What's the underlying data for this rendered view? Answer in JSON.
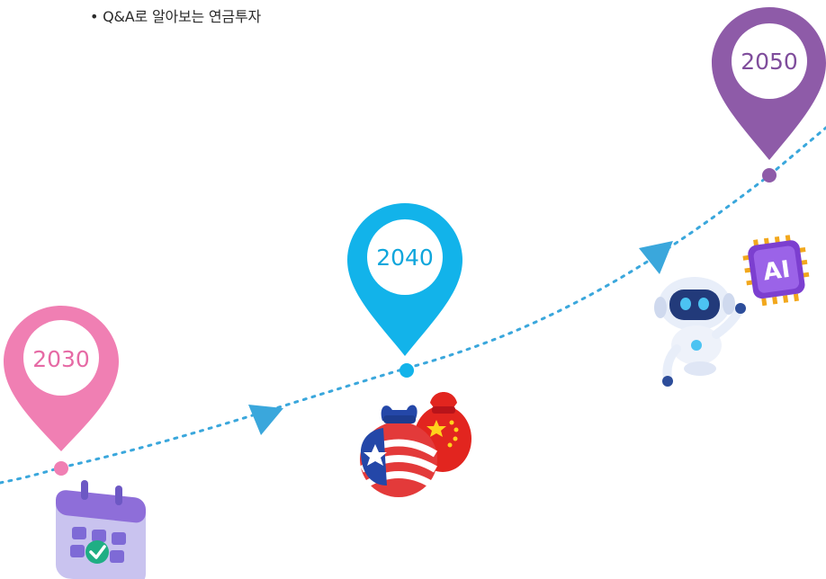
{
  "subtitle": "• Q&A로 알아보는 연금투자",
  "colors": {
    "pin_2030": "#f07fb3",
    "pin_2040": "#12b3ea",
    "pin_2050": "#8e5ba8",
    "dots": "#3aa7dc",
    "arrow": "#3aa7dc"
  },
  "milestones": [
    {
      "year": "2030",
      "icon": "calendar-check-icon"
    },
    {
      "year": "2040",
      "icon": "us-china-money-bags-icon"
    },
    {
      "year": "2050",
      "icon": "robot-ai-chip-icon"
    }
  ]
}
